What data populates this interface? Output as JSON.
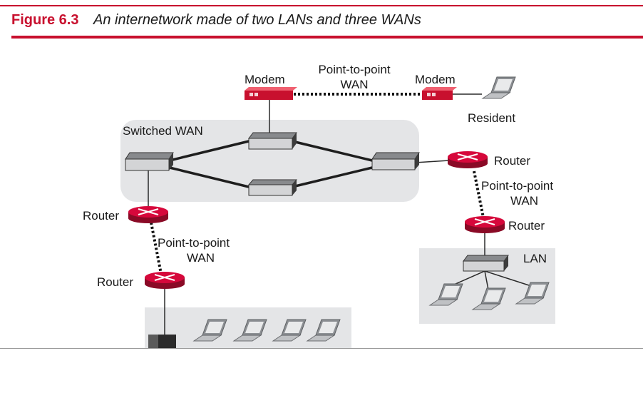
{
  "figure": {
    "number": "Figure 6.3",
    "title": "An internetwork made of two LANs and three WANs"
  },
  "labels": {
    "modem_left": "Modem",
    "modem_right": "Modem",
    "p2p_top_line1": "Point-to-point",
    "p2p_top_line2": "WAN",
    "resident": "Resident",
    "switched_wan": "Switched WAN",
    "router_right_top": "Router",
    "p2p_right_line1": "Point-to-point",
    "p2p_right_line2": "WAN",
    "router_right_bottom": "Router",
    "lan_right": "LAN",
    "router_left_top": "Router",
    "p2p_left_line1": "Point-to-point",
    "p2p_left_line2": "WAN",
    "router_left_bottom": "Router"
  },
  "colors": {
    "accent": "#c8102e",
    "router": "#d6083b",
    "region": "#e4e5e7",
    "device": "#d3d4d6"
  }
}
